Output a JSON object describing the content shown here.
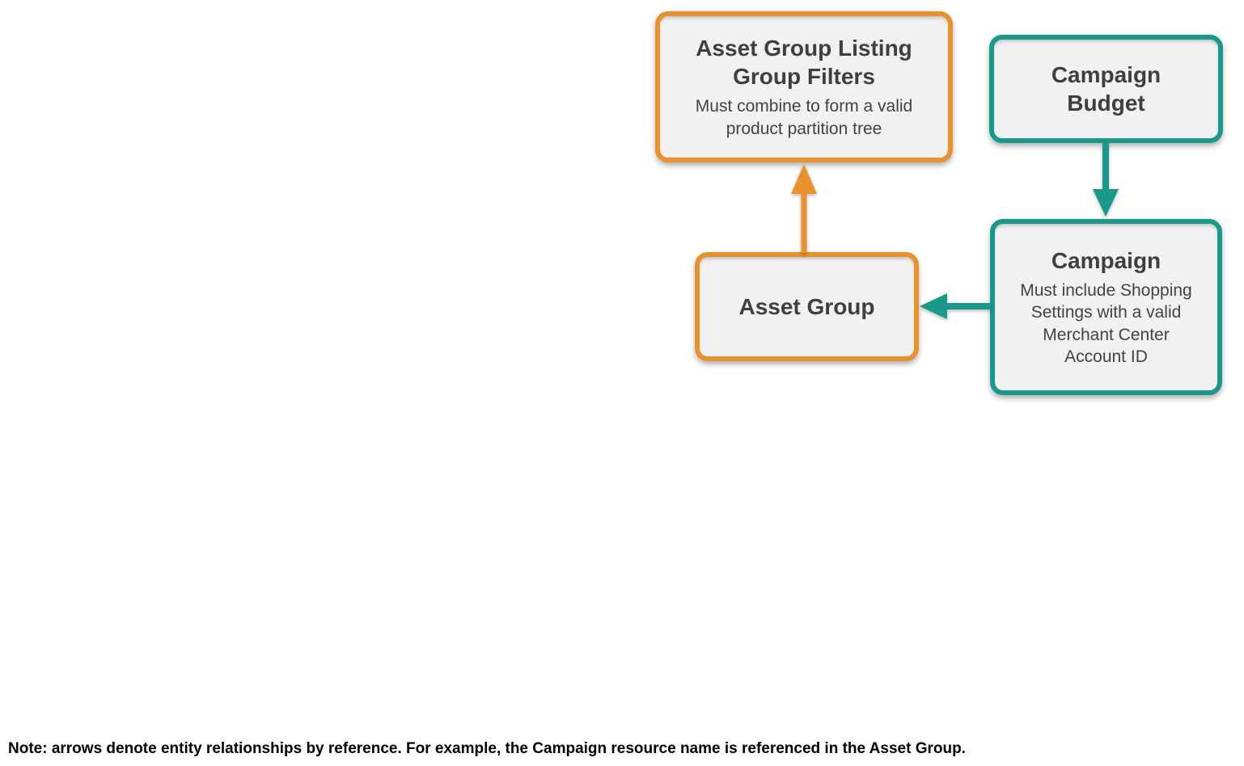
{
  "diagram": {
    "nodes": {
      "listing_filters": {
        "title": "Asset Group Listing Group Filters",
        "subtitle": "Must combine to form a valid product partition tree",
        "accent": "orange"
      },
      "campaign_budget": {
        "title": "Campaign Budget",
        "accent": "teal"
      },
      "campaign": {
        "title": "Campaign",
        "subtitle": "Must include Shopping Settings with a valid Merchant Center Account ID",
        "accent": "teal"
      },
      "asset_group": {
        "title": "Asset Group",
        "accent": "orange"
      }
    },
    "relationships": [
      {
        "from": "asset_group",
        "to": "listing_filters",
        "accent": "orange"
      },
      {
        "from": "campaign_budget",
        "to": "campaign",
        "accent": "teal"
      },
      {
        "from": "campaign",
        "to": "asset_group",
        "accent": "teal"
      }
    ],
    "note": "Note: arrows denote entity relationships by reference. For example, the Campaign resource name is referenced in the Asset Group."
  },
  "colors": {
    "orange": "#E8912D",
    "teal": "#19998B",
    "node-fill": "#F1F1F1",
    "title-text": "#3C4043",
    "subtitle-text": "#3F4348",
    "note-text": "#000000"
  }
}
